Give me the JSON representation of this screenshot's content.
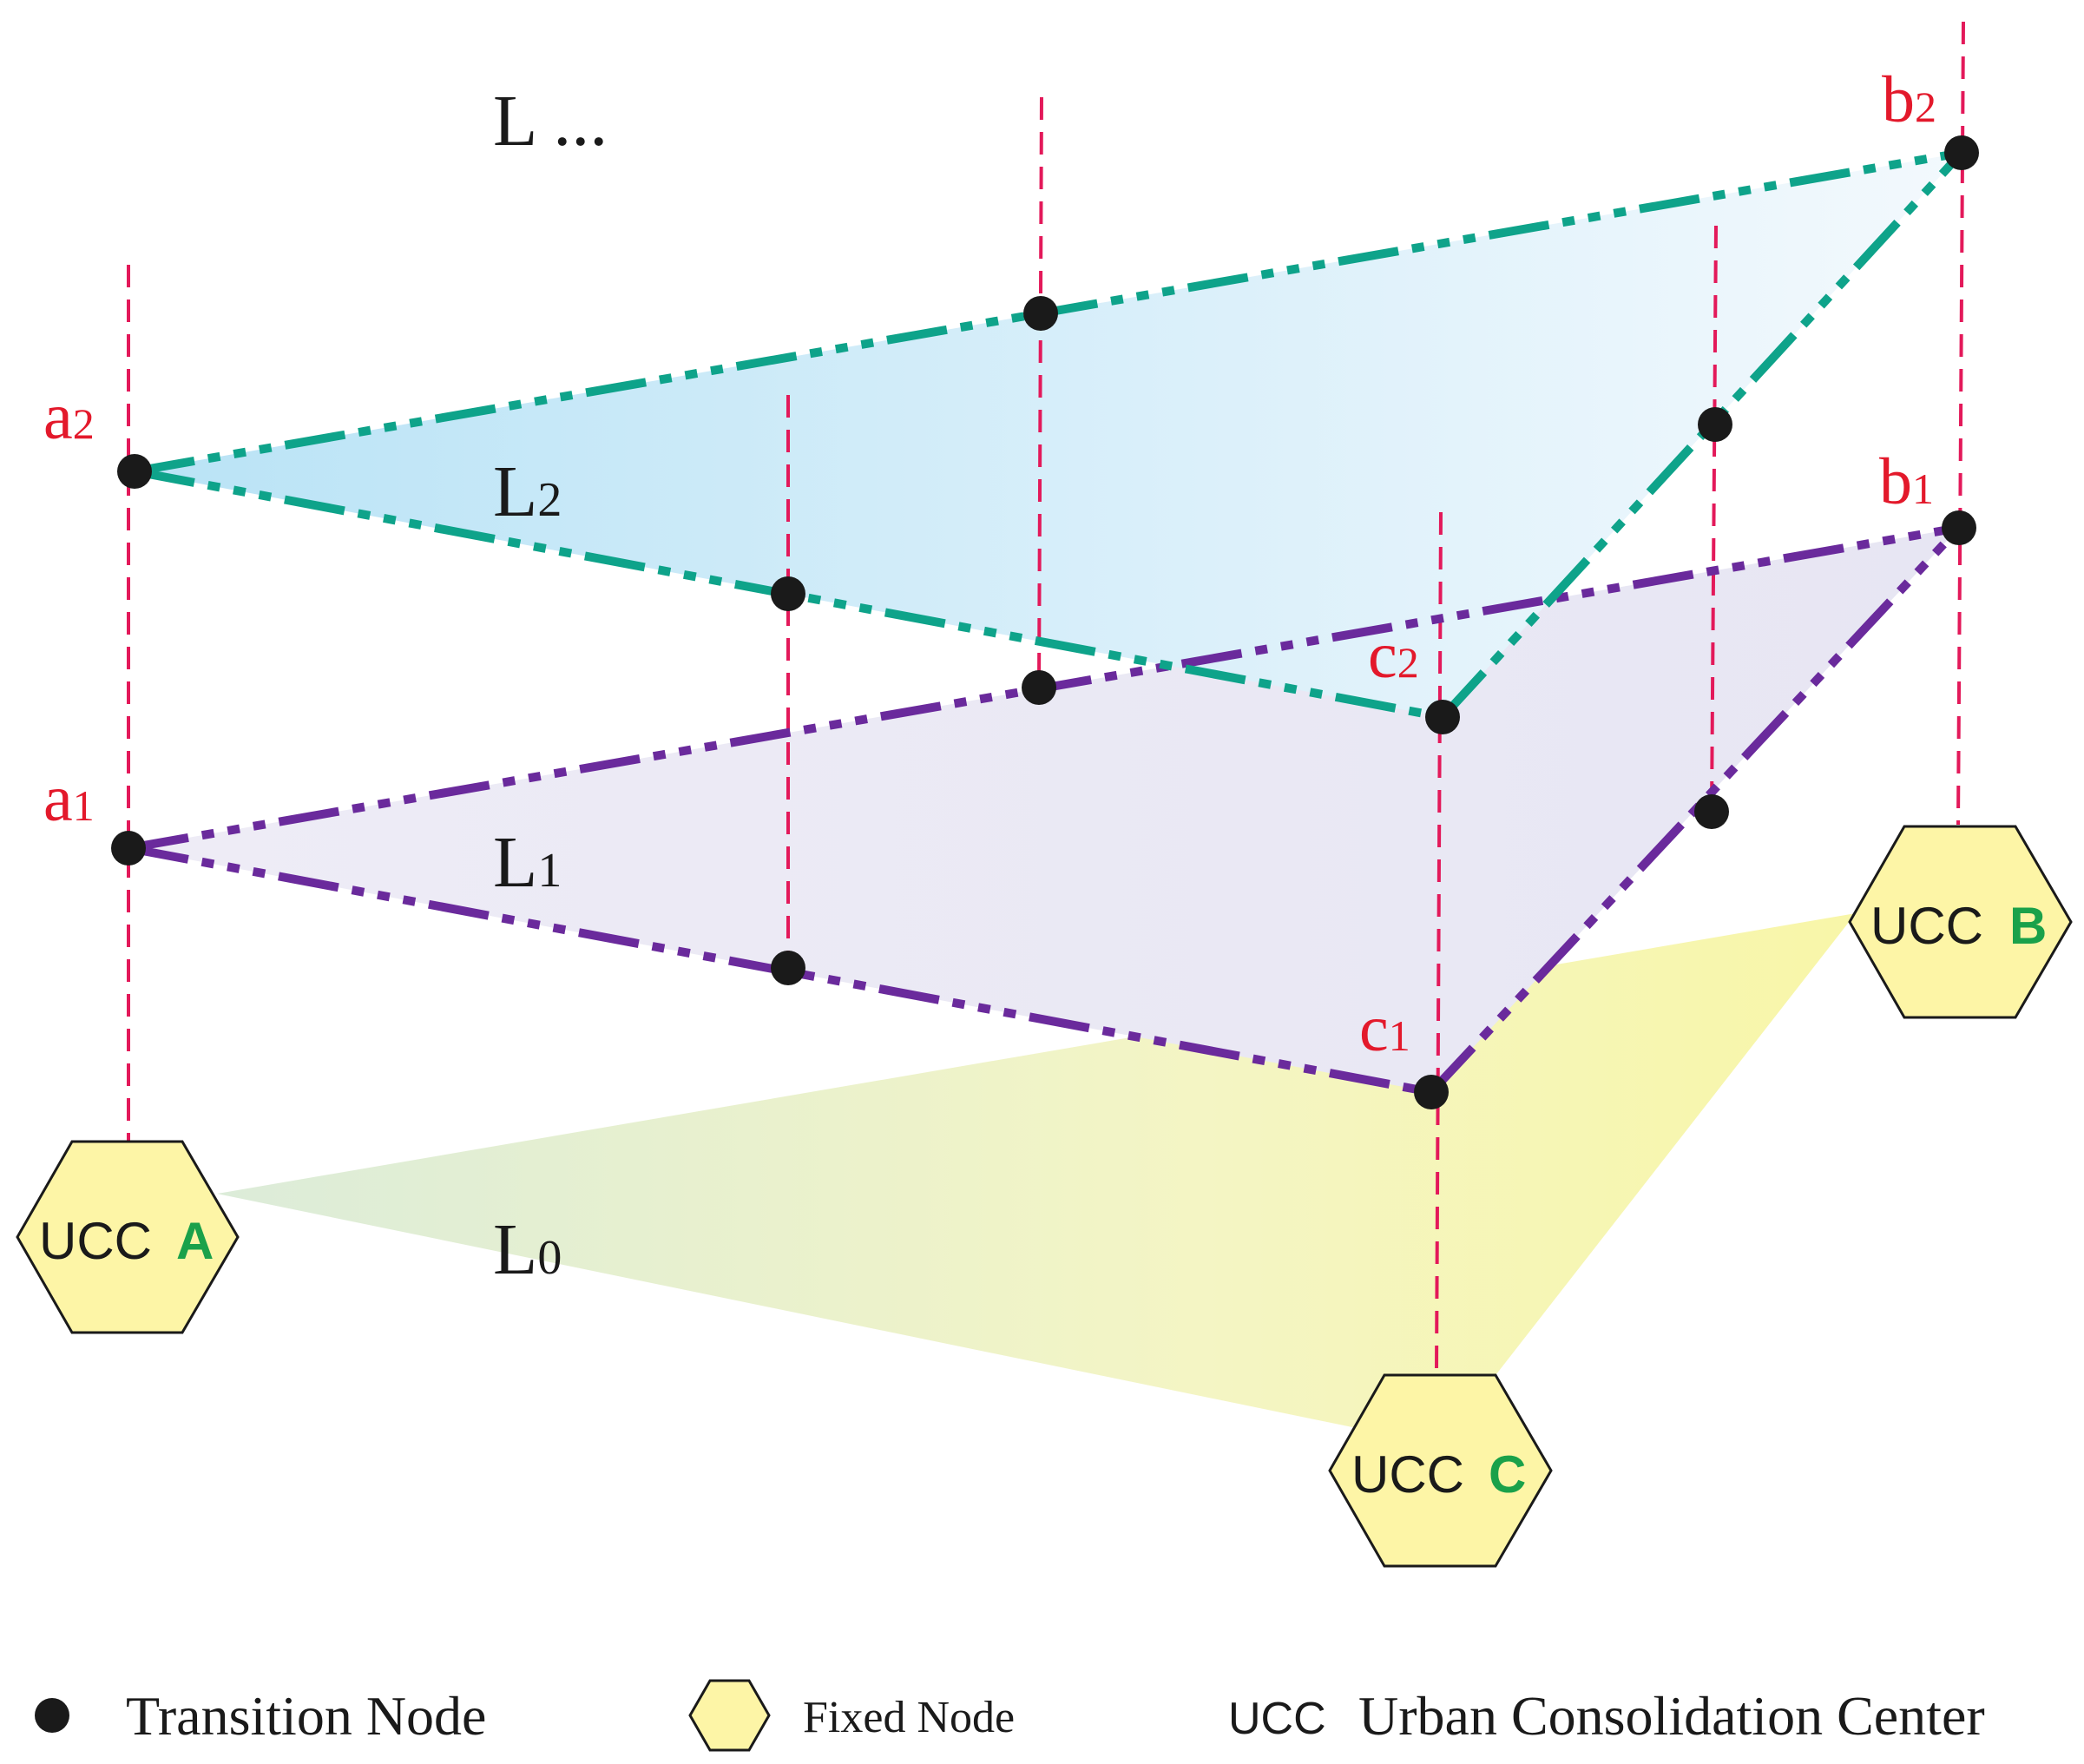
{
  "layers": {
    "top": "L ...",
    "l2": "L",
    "l2_sub": "2",
    "l1": "L",
    "l1_sub": "1",
    "l0": "L",
    "l0_sub": "0"
  },
  "points": {
    "a2": {
      "base": "a",
      "sub": "2"
    },
    "b2": {
      "base": "b",
      "sub": "2"
    },
    "c2": {
      "base": "c",
      "sub": "2"
    },
    "a1": {
      "base": "a",
      "sub": "1"
    },
    "b1": {
      "base": "b",
      "sub": "1"
    },
    "c1": {
      "base": "c",
      "sub": "1"
    }
  },
  "uccs": {
    "a": {
      "prefix": "UCC",
      "letter": "A"
    },
    "b": {
      "prefix": "UCC",
      "letter": "B"
    },
    "c": {
      "prefix": "UCC",
      "letter": "C"
    }
  },
  "legend": {
    "transition": "Transition Node",
    "fixed": "Fixed Node",
    "ucc_abbrev": "UCC",
    "ucc_full": "Urban Consolidation Center"
  },
  "colors": {
    "vertical_lines": "#e3195a",
    "layer2_edges": "#0ea38a",
    "layer1_edges": "#6a2a9c",
    "hexagon_fill": "#fdf5a6",
    "ucc_letter": "#1aa14a",
    "point_labels": "#e3192b"
  }
}
